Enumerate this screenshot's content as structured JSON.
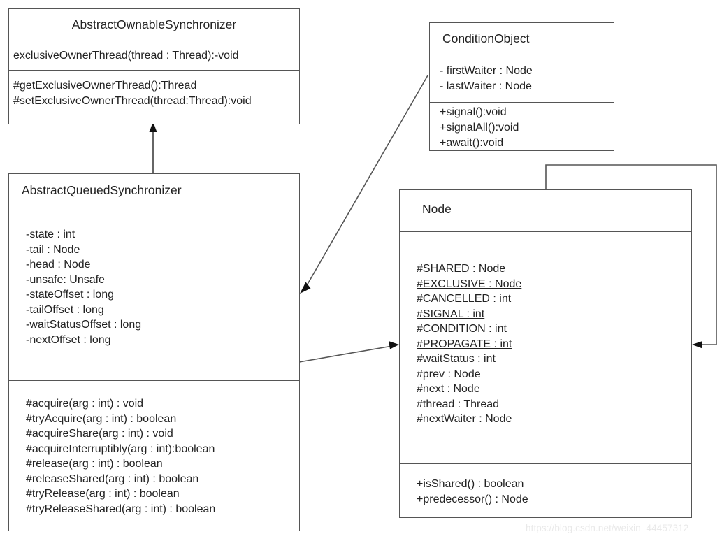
{
  "diagram": {
    "title": "AbstractQueuedSynchronizer UML class diagram",
    "type": "uml-class-diagram",
    "background_color": "#ffffff",
    "line_color": "#555555",
    "text_color": "#222222",
    "watermark": "https://blog.csdn.net/weixin_44457312"
  },
  "classes": {
    "abstract_ownable_synchronizer": {
      "name": "AbstractOwnableSynchronizer",
      "title_align": "center",
      "attributes": [
        {
          "text": "exclusiveOwnerThread(thread : Thread):-void",
          "static": false
        }
      ],
      "methods": [
        {
          "text": "#getExclusiveOwnerThread():Thread",
          "static": false
        },
        {
          "text": "#setExclusiveOwnerThread(thread:Thread):void",
          "static": false
        }
      ]
    },
    "abstract_queued_synchronizer": {
      "name": "AbstractQueuedSynchronizer",
      "title_align": "left",
      "attributes": [
        {
          "text": "-state : int",
          "static": false
        },
        {
          "text": "-tail : Node",
          "static": false
        },
        {
          "text": "-head : Node",
          "static": false
        },
        {
          "text": "-unsafe: Unsafe",
          "static": false
        },
        {
          "text": "-stateOffset : long",
          "static": false
        },
        {
          "text": "-tailOffset : long",
          "static": false
        },
        {
          "text": "-waitStatusOffset : long",
          "static": false
        },
        {
          "text": "-nextOffset : long",
          "static": false
        }
      ],
      "methods": [
        {
          "text": "#acquire(arg : int) : void",
          "static": false
        },
        {
          "text": "#tryAcquire(arg : int) : boolean",
          "static": false
        },
        {
          "text": "#acquireShare(arg : int) : void",
          "static": false
        },
        {
          "text": "#acquireInterruptibly(arg : int):boolean",
          "static": false
        },
        {
          "text": "#release(arg : int) : boolean",
          "static": false
        },
        {
          "text": "#releaseShared(arg : int) : boolean",
          "static": false
        },
        {
          "text": "#tryRelease(arg : int) : boolean",
          "static": false
        },
        {
          "text": "#tryReleaseShared(arg : int) : boolean",
          "static": false
        }
      ]
    },
    "condition_object": {
      "name": "ConditionObject",
      "title_align": "left",
      "attributes": [
        {
          "text": "- firstWaiter : Node",
          "static": false
        },
        {
          "text": "- lastWaiter : Node",
          "static": false
        }
      ],
      "methods": [
        {
          "text": "+signal():void",
          "static": false
        },
        {
          "text": "+signalAll():void",
          "static": false
        },
        {
          "text": "+await():void",
          "static": false
        }
      ]
    },
    "node": {
      "name": "Node",
      "title_align": "left",
      "attributes": [
        {
          "text": "#SHARED : Node",
          "static": true
        },
        {
          "text": "#EXCLUSIVE : Node",
          "static": true
        },
        {
          "text": "#CANCELLED : int",
          "static": true
        },
        {
          "text": "#SIGNAL : int",
          "static": true
        },
        {
          "text": "#CONDITION : int",
          "static": true
        },
        {
          "text": "#PROPAGATE : int",
          "static": true
        },
        {
          "text": "#waitStatus : int",
          "static": false
        },
        {
          "text": "#prev : Node",
          "static": false
        },
        {
          "text": "#next : Node",
          "static": false
        },
        {
          "text": "#thread : Thread",
          "static": false
        },
        {
          "text": "#nextWaiter : Node",
          "static": false
        }
      ],
      "methods": [
        {
          "text": "+isShared() : boolean",
          "static": false
        },
        {
          "text": "+predecessor() : Node",
          "static": false
        }
      ]
    }
  },
  "connectors": [
    {
      "id": "inheritance-aqs-to-aos",
      "from": "abstract_queued_synchronizer",
      "to": "abstract_ownable_synchronizer",
      "style": "solid",
      "arrow": "filled"
    },
    {
      "id": "association-condition-to-aqs",
      "from": "condition_object",
      "to": "abstract_queued_synchronizer",
      "style": "solid",
      "arrow": "filled"
    },
    {
      "id": "association-aqs-to-node",
      "from": "abstract_queued_synchronizer",
      "to": "node",
      "style": "solid",
      "arrow": "filled"
    },
    {
      "id": "self-association-node",
      "from": "node",
      "to": "node",
      "style": "solid",
      "arrow": "filled"
    }
  ]
}
